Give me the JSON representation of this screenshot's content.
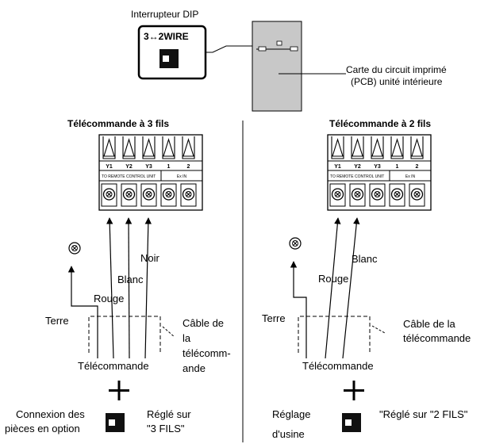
{
  "top": {
    "dip_label": "Interrupteur DIP",
    "dip_switch_text": "3↔2WIRE",
    "pcb_label_line1": "Carte du circuit imprimé",
    "pcb_label_line2": "(PCB) unité intérieure"
  },
  "terminal_block": {
    "terminals": [
      "Y1",
      "Y2",
      "Y3",
      "1",
      "2"
    ],
    "group_left": "TO REMOTE CONTROL UNIT",
    "group_right": "Ex IN"
  },
  "left": {
    "title": "Télécommande à 3 fils",
    "wire_labels": [
      "Noir",
      "Blanc",
      "Rouge"
    ],
    "earth_label": "Terre",
    "cable_label_lines": [
      "Câble de",
      "la",
      "télécomm-",
      "ande"
    ],
    "remote_label": "Télécommande",
    "option_label_lines": [
      "Connexion des",
      "pièces en option"
    ],
    "setting_label_lines": [
      "Réglé sur",
      "\"3 FILS\""
    ]
  },
  "right": {
    "title": "Télécommande à 2 fils",
    "wire_labels": [
      "Blanc",
      "Rouge"
    ],
    "earth_label": "Terre",
    "cable_label_lines": [
      "Câble de la",
      "télécommande"
    ],
    "remote_label": "Télécommande",
    "factory_label_lines": [
      "Réglage",
      "d'usine"
    ],
    "setting_label": "\"Réglé sur \"2 FILS\""
  }
}
